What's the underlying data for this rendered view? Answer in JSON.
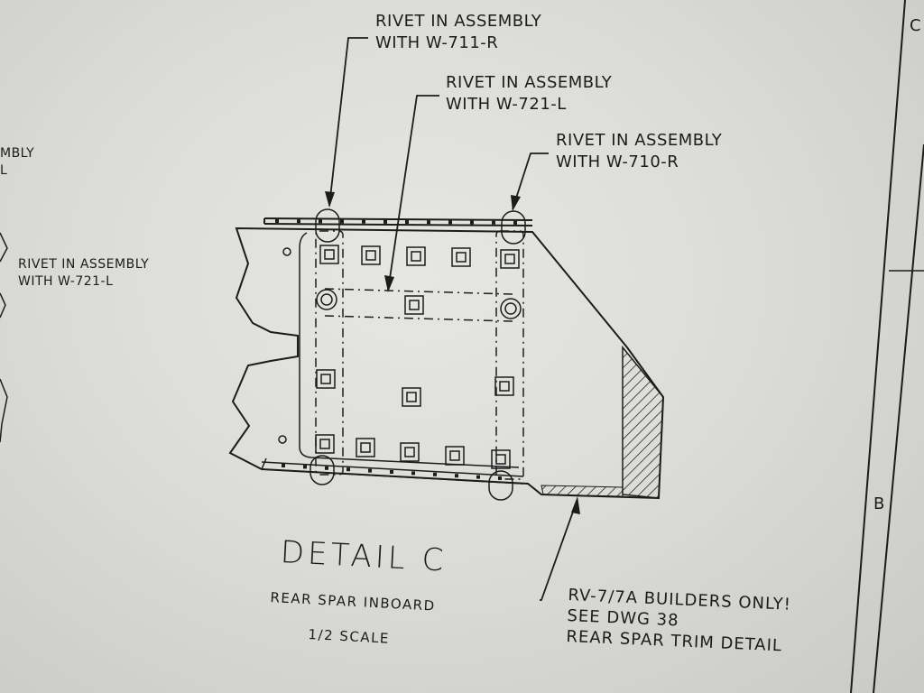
{
  "callouts": {
    "top_left": {
      "line1": "RIVET IN ASSEMBLY",
      "line2": "WITH W-711-R"
    },
    "top_middle": {
      "line1": "RIVET IN ASSEMBLY",
      "line2": "WITH W-721-L"
    },
    "top_right": {
      "line1": "RIVET IN ASSEMBLY",
      "line2": "WITH W-710-R"
    },
    "left_edge_partial": {
      "line1": "MBLY",
      "line2": "L"
    },
    "left_side": {
      "line1": "RIVET IN ASSEMBLY",
      "line2": "WITH W-721-L"
    }
  },
  "detail": {
    "title": "DETAIL C",
    "subtitle": "REAR SPAR INBOARD",
    "scale": "1/2 SCALE"
  },
  "note": {
    "line1": "RV-7/7A BUILDERS ONLY!",
    "line2": "SEE DWG 38",
    "line3": "REAR SPAR TRIM DETAIL"
  },
  "border": {
    "zone_top": "C",
    "zone_middle": "B"
  },
  "colors": {
    "paper": "#dcdcd9",
    "ink": "#1c1c1c"
  }
}
